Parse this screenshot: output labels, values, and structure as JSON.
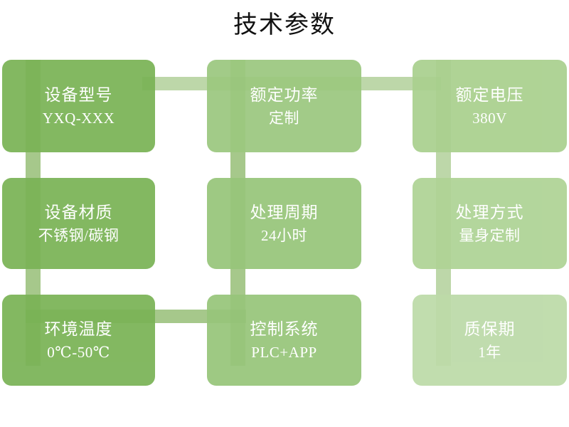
{
  "page": {
    "title": "技术参数",
    "background": "#ffffff",
    "layout": "3x3 rounded-card grid with green connector bars"
  },
  "palette": {
    "card_dark": "#7ab356",
    "card_mid": "#9cc87f",
    "card_light": "#a9d08e",
    "card_pale": "#bcdaa8",
    "connector": "#6fa744",
    "text": "#ffffff",
    "title_text": "#111111"
  },
  "cards": [
    {
      "label": "设备型号",
      "value": "YXQ-XXX",
      "shade": "sh-dark"
    },
    {
      "label": "额定功率",
      "value": "定制",
      "shade": "sh-mid"
    },
    {
      "label": "额定电压",
      "value": "380V",
      "shade": "sh-light"
    },
    {
      "label": "设备材质",
      "value": "不锈钢/碳钢",
      "shade": "sh-dark"
    },
    {
      "label": "处理周期",
      "value": "24小时",
      "shade": "sh-mid2"
    },
    {
      "label": "处理方式",
      "value": "量身定制",
      "shade": "sh-light2"
    },
    {
      "label": "环境温度",
      "value": "0℃-50℃",
      "shade": "sh-dark"
    },
    {
      "label": "控制系统",
      "value": "PLC+APP",
      "shade": "sh-mid2"
    },
    {
      "label": "质保期",
      "value": "1年",
      "shade": "sh-pale"
    }
  ],
  "connectors": [
    {
      "name": "vertical-col1",
      "orientation": "vertical"
    },
    {
      "name": "vertical-col2",
      "orientation": "vertical"
    },
    {
      "name": "vertical-col3",
      "orientation": "vertical"
    },
    {
      "name": "horizontal-row1-mid-right",
      "orientation": "horizontal"
    },
    {
      "name": "horizontal-row3-left-mid",
      "orientation": "horizontal"
    }
  ]
}
